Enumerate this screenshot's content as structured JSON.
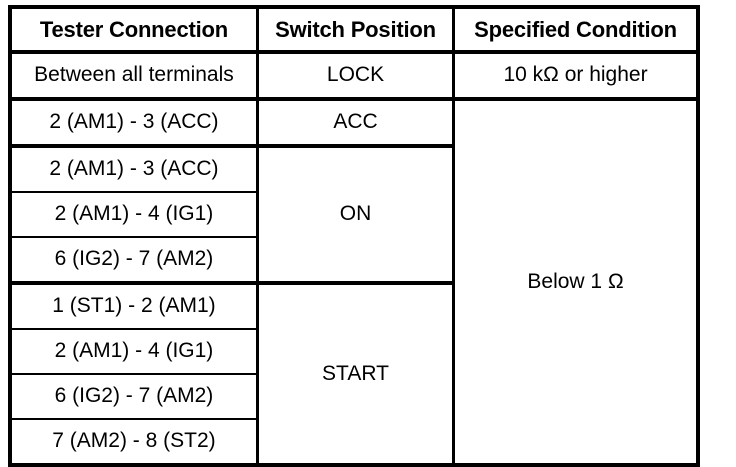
{
  "table": {
    "headers": [
      "Tester Connection",
      "Switch Position",
      "Specified Condition"
    ],
    "rows": [
      {
        "tester_connection": "Between all terminals",
        "switch_position": "LOCK",
        "specified_condition": "10 kΩ or higher"
      },
      {
        "tester_connection": "2 (AM1) - 3 (ACC)",
        "switch_position": "ACC",
        "specified_condition": "Below 1 Ω"
      },
      {
        "tester_connection": "2 (AM1) - 3 (ACC)",
        "switch_position": "ON",
        "specified_condition": ""
      },
      {
        "tester_connection": "2 (AM1) - 4 (IG1)",
        "switch_position": "",
        "specified_condition": ""
      },
      {
        "tester_connection": "6 (IG2) - 7 (AM2)",
        "switch_position": "",
        "specified_condition": ""
      },
      {
        "tester_connection": "1 (ST1) - 2 (AM1)",
        "switch_position": "START",
        "specified_condition": ""
      },
      {
        "tester_connection": "2 (AM1) - 4 (IG1)",
        "switch_position": "",
        "specified_condition": ""
      },
      {
        "tester_connection": "6 (IG2) - 7 (AM2)",
        "switch_position": "",
        "specified_condition": ""
      },
      {
        "tester_connection": "7 (AM2) - 8 (ST2)",
        "switch_position": "",
        "specified_condition": ""
      }
    ],
    "merged_switch_positions": [
      {
        "label": "LOCK",
        "rowspan": 1
      },
      {
        "label": "ACC",
        "rowspan": 1
      },
      {
        "label": "ON",
        "rowspan": 3
      },
      {
        "label": "START",
        "rowspan": 4
      }
    ],
    "merged_specified_conditions": [
      {
        "label": "10 kΩ or higher",
        "rowspan": 1
      },
      {
        "label": "Below 1 Ω",
        "rowspan": 8
      }
    ],
    "colors": {
      "border": "#000000",
      "text": "#000000",
      "background": "#ffffff"
    }
  }
}
